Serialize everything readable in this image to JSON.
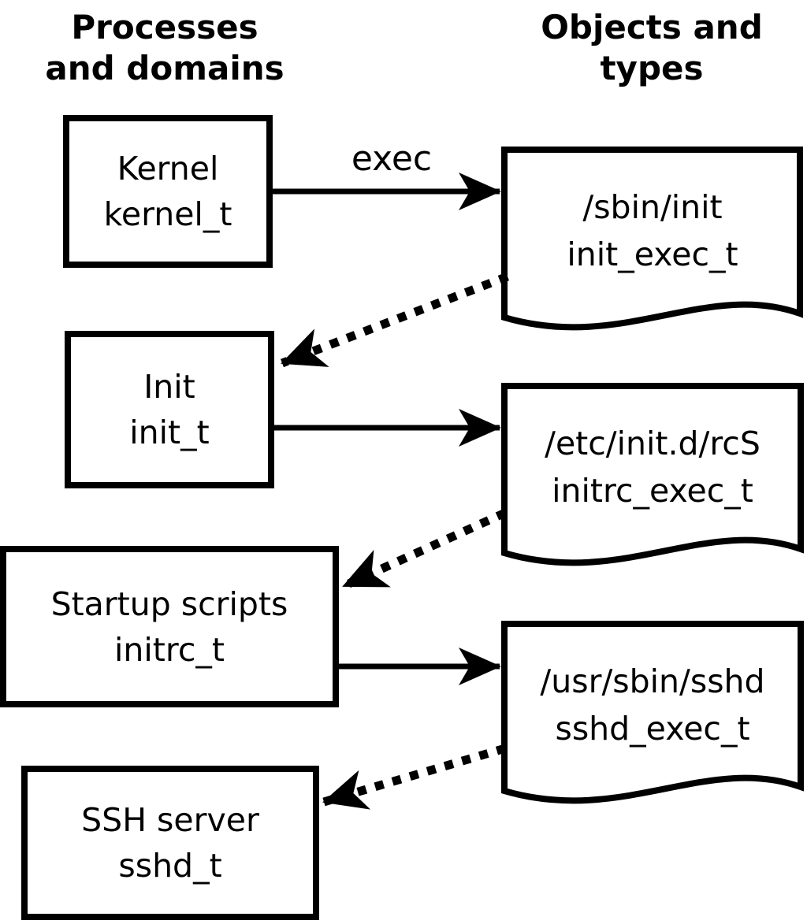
{
  "colors": {
    "ink": "#000000",
    "background": "#ffffff"
  },
  "column_headers": {
    "left": {
      "line1": "Processes",
      "line2": "and domains"
    },
    "right": {
      "line1": "Objects and",
      "line2": "types"
    }
  },
  "process_nodes": [
    {
      "label": "Kernel",
      "type": "kernel_t"
    },
    {
      "label": "Init",
      "type": "init_t"
    },
    {
      "label": "Startup scripts",
      "type": "initrc_t"
    },
    {
      "label": "SSH server",
      "type": "sshd_t"
    }
  ],
  "object_nodes": [
    {
      "path": "/sbin/init",
      "type": "init_exec_t"
    },
    {
      "path": "/etc/init.d/rcS",
      "type": "initrc_exec_t"
    },
    {
      "path": "/usr/sbin/sshd",
      "type": "sshd_exec_t"
    }
  ],
  "arrow_labels": {
    "exec": "exec"
  }
}
